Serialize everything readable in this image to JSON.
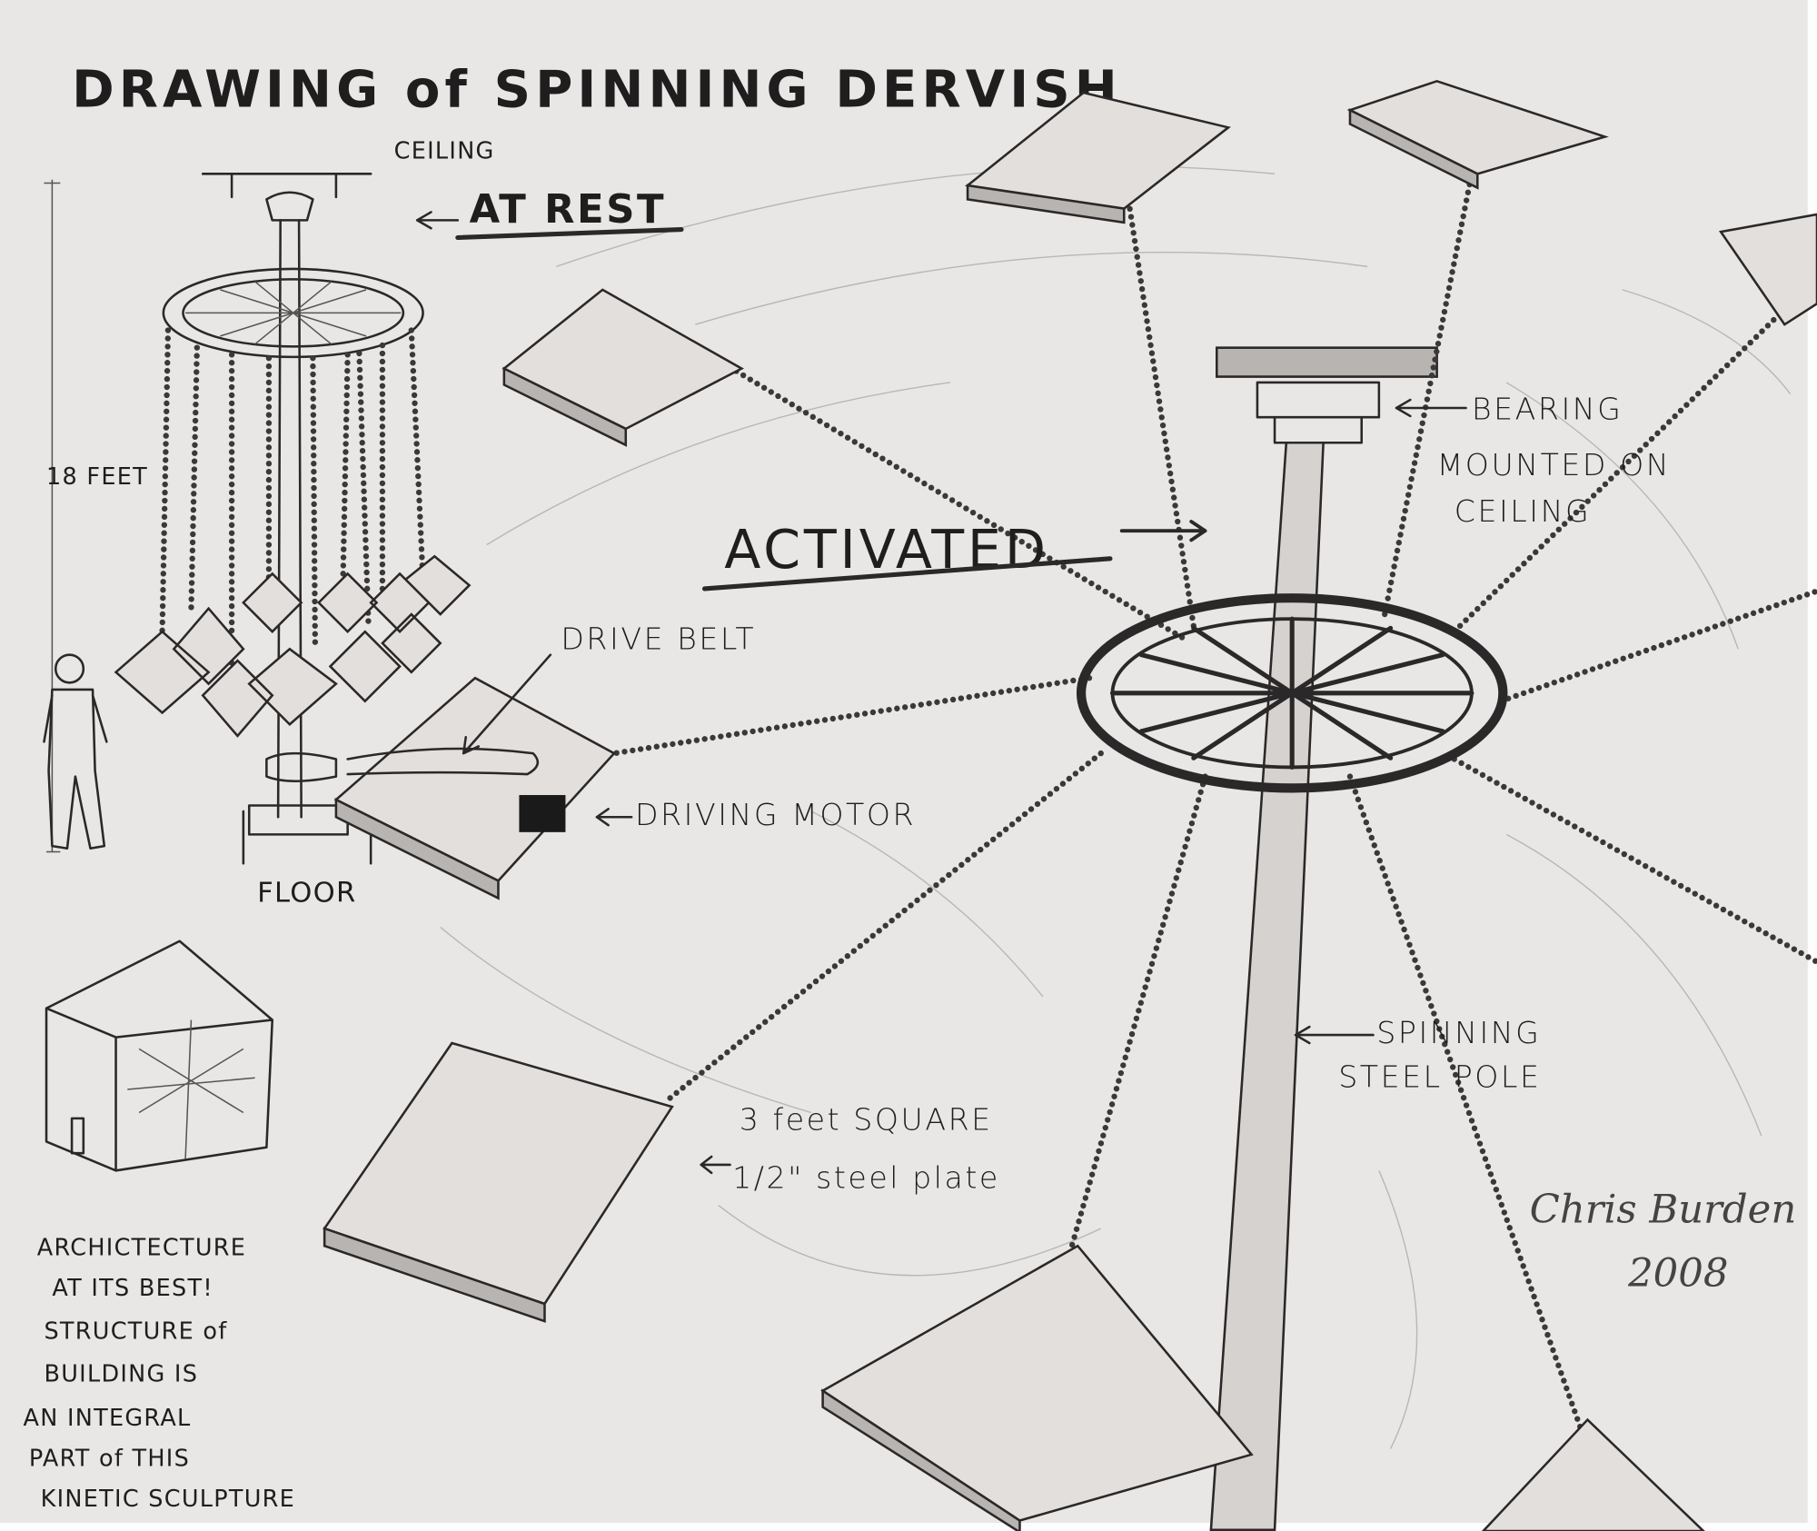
{
  "title": "DRAWING of SPINNING DERVISH",
  "at_rest": {
    "ceiling_label": "CEILING",
    "state_label": "AT REST",
    "height_label": "18 FEET",
    "floor_label": "FLOOR"
  },
  "activated": {
    "state_label": "ACTIVATED",
    "bearing_label": [
      "BEARING",
      "MOUNTED ON",
      "CEILING"
    ],
    "drive_belt_label": "DRIVE BELT",
    "driving_motor_label": "DRIVING MOTOR",
    "pole_label": [
      "SPINNING",
      "STEEL POLE"
    ],
    "plate_label": [
      "3 feet SQUARE",
      "1/2\" steel plate"
    ]
  },
  "note": [
    "ARCHICTECTURE",
    "AT ITS BEST!",
    "STRUCTURE of",
    "BUILDING IS",
    "AN INTEGRAL",
    "PART of THIS",
    "KINETIC SCULPTURE"
  ],
  "signature": "Chris Burden",
  "year": "2008",
  "colors": {
    "paper": "#e9e7e5",
    "ink": "#2a2828"
  }
}
